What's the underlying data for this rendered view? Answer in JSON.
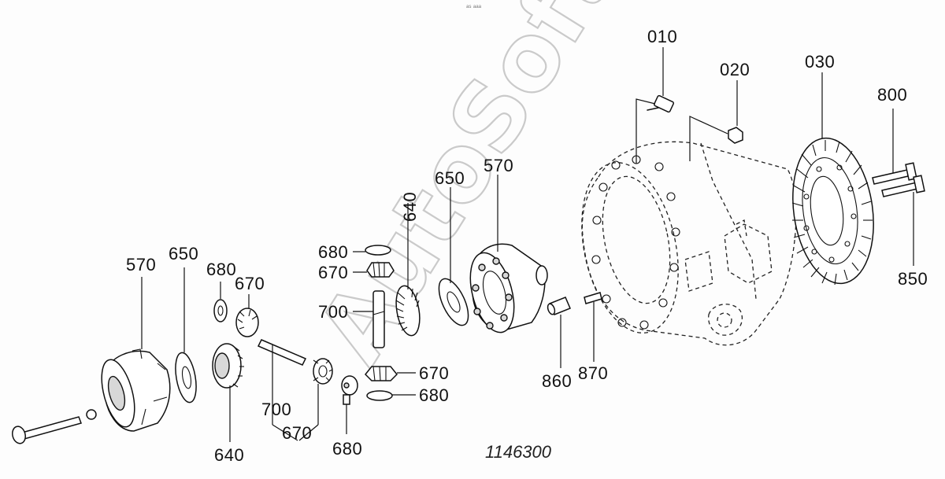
{
  "diagram": {
    "figure_number": "1146300",
    "watermark": "AutoSoft",
    "stray_mark": "ᵃˢ ᵃᵃᵃ",
    "part_labels": [
      {
        "id": "010",
        "text": "010"
      },
      {
        "id": "020",
        "text": "020"
      },
      {
        "id": "030",
        "text": "030"
      },
      {
        "id": "800",
        "text": "800"
      },
      {
        "id": "850",
        "text": "850"
      },
      {
        "id": "570a",
        "text": "570"
      },
      {
        "id": "650a",
        "text": "650"
      },
      {
        "id": "640a",
        "text": "640"
      },
      {
        "id": "680a",
        "text": "680"
      },
      {
        "id": "670a",
        "text": "670"
      },
      {
        "id": "700a",
        "text": "700"
      },
      {
        "id": "670b",
        "text": "670"
      },
      {
        "id": "680b",
        "text": "680"
      },
      {
        "id": "860",
        "text": "860"
      },
      {
        "id": "870",
        "text": "870"
      },
      {
        "id": "570b",
        "text": "570"
      },
      {
        "id": "650b",
        "text": "650"
      },
      {
        "id": "680c",
        "text": "680"
      },
      {
        "id": "670c",
        "text": "670"
      },
      {
        "id": "640b",
        "text": "640"
      },
      {
        "id": "700b",
        "text": "700"
      },
      {
        "id": "670d",
        "text": "670"
      },
      {
        "id": "680d",
        "text": "680"
      }
    ]
  }
}
